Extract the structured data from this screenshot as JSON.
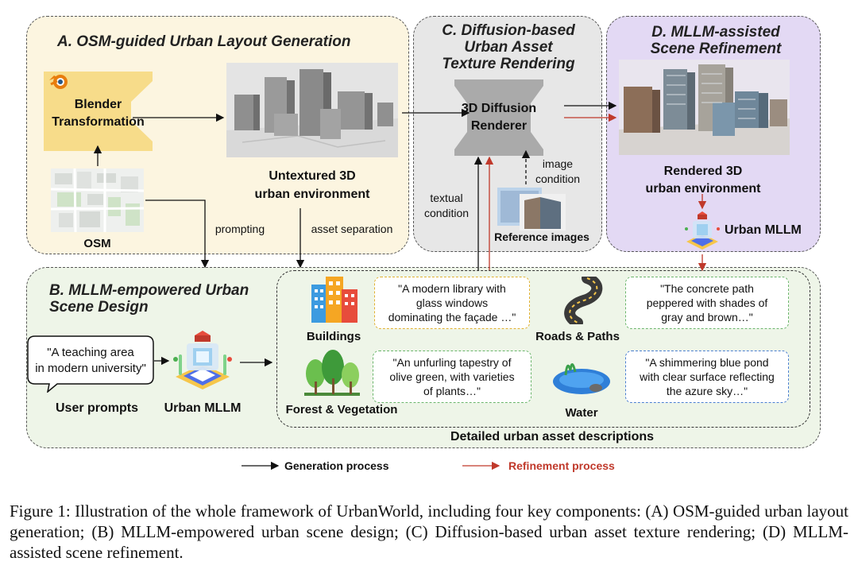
{
  "panelA": {
    "title": "A. OSM-guided Urban Layout Generation",
    "blender_label": "Blender\nTransformation",
    "osm_label": "OSM",
    "untextured_label": "Untextured 3D\nurban environment",
    "prompting_label": "prompting",
    "asset_sep_label": "asset separation"
  },
  "panelB": {
    "title": "B. MLLM-empowered Urban\nScene Design",
    "user_quote": "\"A teaching area\nin modern university\"",
    "user_prompts_label": "User prompts",
    "mllm_label": "Urban MLLM",
    "buildings_label": "Buildings",
    "buildings_quote": "\"A modern library with\nglass windows\ndominating the façade …\"",
    "roads_label": "Roads & Paths",
    "roads_quote": "\"The concrete path\npeppered with shades of\ngray and brown…\"",
    "forest_label": "Forest & Vegetation",
    "forest_quote": "\"An unfurling tapestry of\nolive green, with varieties\nof plants…\"",
    "water_label": "Water",
    "water_quote": "\"A shimmering blue pond\nwith clear surface reflecting\nthe azure sky…\"",
    "detailed_label": "Detailed urban asset descriptions"
  },
  "panelC": {
    "title": "C. Diffusion-based\nUrban Asset\nTexture Rendering",
    "renderer_label": "3D Diffusion\nRenderer",
    "textual_label": "textual\ncondition",
    "image_cond_label": "image\ncondition",
    "reference_label": "Reference images"
  },
  "panelD": {
    "title": "D. MLLM-assisted\nScene Refinement",
    "rendered_label": "Rendered 3D\nurban environment",
    "mllm_label": "Urban MLLM"
  },
  "legend": {
    "generation": "Generation process",
    "refinement": "Refinement process"
  },
  "colors": {
    "panelA_bg": "#fcf5e0",
    "panelB_bg": "#eef5e8",
    "panelC_bg": "#e7e7e7",
    "panelD_bg": "#e3d9f4",
    "refinement_arrow": "#c0392b",
    "generation_arrow": "#111111"
  },
  "caption": "Figure 1: Illustration of the whole framework of UrbanWorld, including four key components: (A) OSM-guided urban layout generation; (B) MLLM-empowered urban scene design; (C) Diffusion-based urban asset texture rendering; (D) MLLM-assisted scene refinement."
}
